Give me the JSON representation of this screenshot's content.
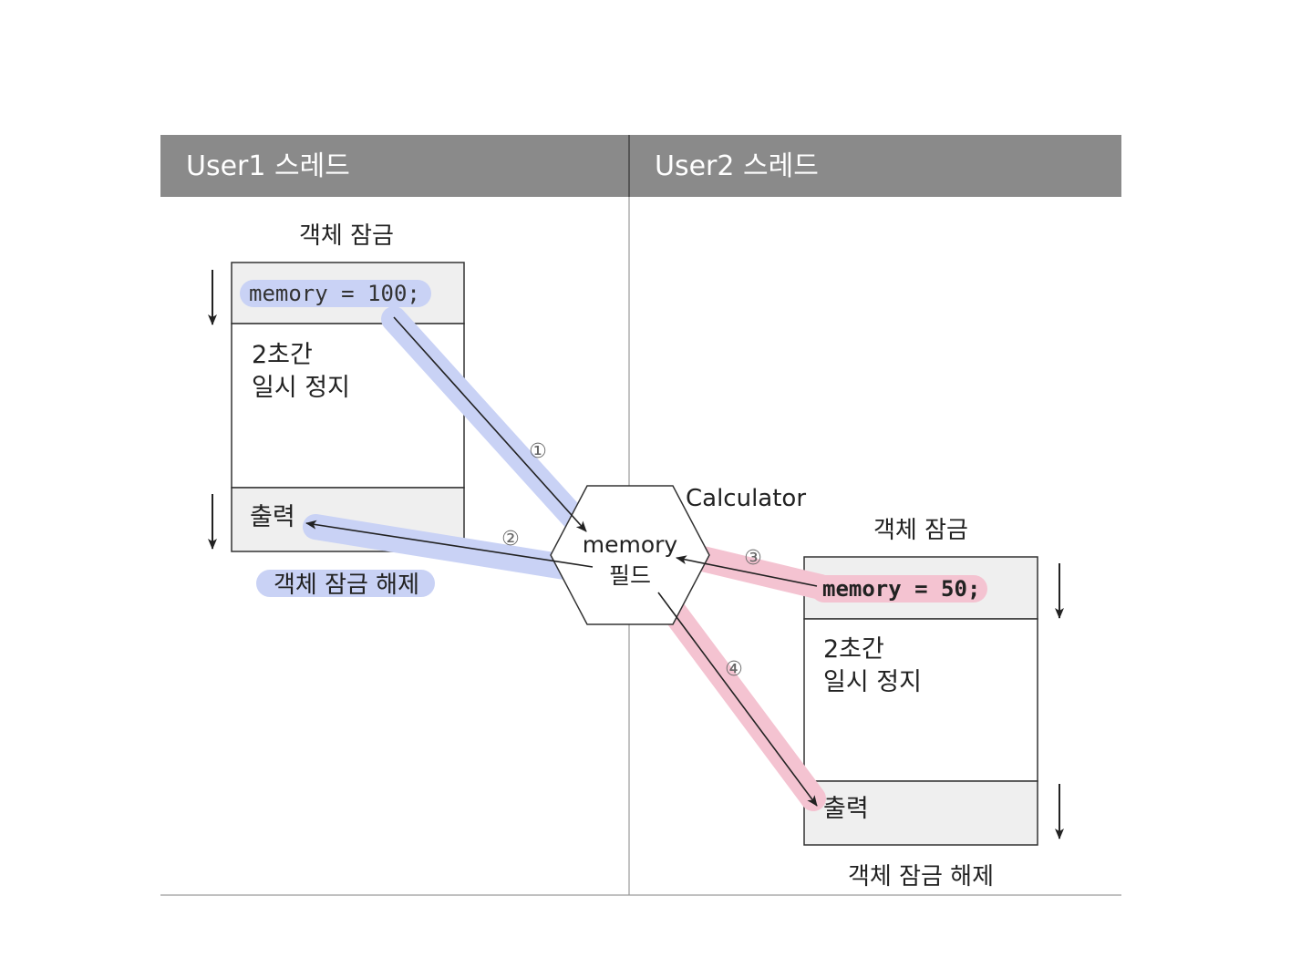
{
  "header": {
    "user1_thread": "User1 스레드",
    "user2_thread": "User2 스레드"
  },
  "user1": {
    "lock_label": "객체 잠금",
    "code": "memory = 100;",
    "pause_line1": "2초간",
    "pause_line2": "일시 정지",
    "output": "출력",
    "unlock_label": "객체 잠금 해제"
  },
  "user2": {
    "lock_label": "객체 잠금",
    "code": "memory = 50;",
    "pause_line1": "2초간",
    "pause_line2": "일시 정지",
    "output": "출력",
    "unlock_label": "객체 잠금 해제"
  },
  "calculator": {
    "name": "Calculator",
    "field_line1": "memory",
    "field_line2": "필드"
  },
  "steps": {
    "s1": "①",
    "s2": "②",
    "s3": "③",
    "s4": "④"
  },
  "colors": {
    "header_bg": "#8a8a8a",
    "header_text": "#ffffff",
    "box_shaded": "#efefef",
    "highlight_blue": "#c9d2f5",
    "highlight_pink": "#f4c3d1",
    "line": "#222222"
  }
}
